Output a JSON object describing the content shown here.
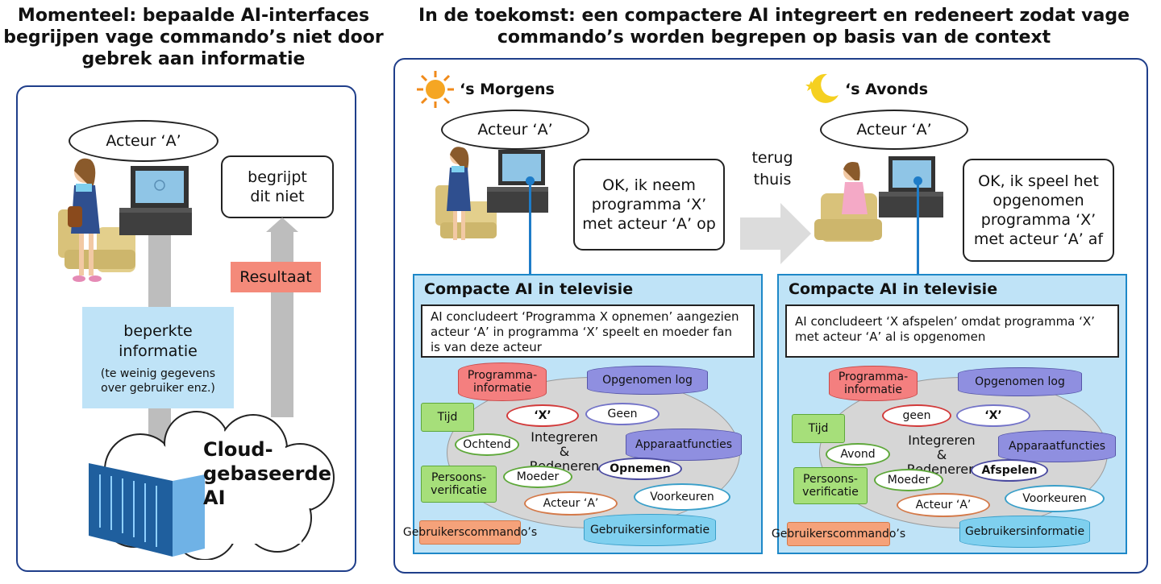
{
  "left": {
    "title": "Momenteel: bepaalde AI-interfaces begrijpen vage commando’s niet door gebrek aan informatie",
    "speech_actor": "Acteur ‘A’",
    "speech_tv": "begrijpt dit niet",
    "result_label": "Resultaat",
    "info_title": "beperkte informatie",
    "info_sub": "(te weinig gegevens over gebruiker enz.)",
    "cloud_label": "Cloud-gebaseerde AI"
  },
  "right": {
    "title": "In de toekomst: een compactere AI integreert en redeneert zodat vage commando’s worden begrepen op basis van de context",
    "transition": "terug thuis",
    "morning": {
      "time_label": "‘s Morgens",
      "speech_actor": "Acteur ‘A’",
      "speech_tv": "OK, ik neem programma ‘X’ met acteur ‘A’ op",
      "ai_title": "Compacte AI in televisie",
      "conclusion": "AI concludeert ‘Programma X opnemen’ aangezien acteur ‘A’ in programma ‘X’ speelt en moeder fan is van deze acteur",
      "program_info": "Programma-informatie",
      "recorded_log": "Opgenomen log",
      "device_functions": "Apparaatfuncties",
      "time": "Tijd",
      "person_verification": "Persoons-verificatie",
      "user_commands": "Gebruikerscommando’s",
      "user_info": "Gebruikersinformatie",
      "center": "Integreren & Redeneren",
      "val_program": "‘X’",
      "val_log": "Geen",
      "val_time": "Ochtend",
      "val_person": "Moeder",
      "val_command": "Acteur ‘A’",
      "val_prefs": "Voorkeuren",
      "action": "Opnemen"
    },
    "evening": {
      "time_label": "‘s Avonds",
      "speech_actor": "Acteur ‘A’",
      "speech_tv": "OK, ik speel het opgenomen programma ‘X’ met acteur ‘A’ af",
      "ai_title": "Compacte AI in televisie",
      "conclusion": "AI concludeert ‘X afspelen’ omdat programma ‘X’ met acteur ‘A’ al is opgenomen",
      "program_info": "Programma-informatie",
      "recorded_log": "Opgenomen log",
      "device_functions": "Apparaatfuncties",
      "time": "Tijd",
      "person_verification": "Persoons-verificatie",
      "user_commands": "Gebruikerscommando’s",
      "user_info": "Gebruikersinformatie",
      "center": "Integreren & Redeneren",
      "val_program": "geen",
      "val_log": "‘X’",
      "val_time": "Avond",
      "val_person": "Moeder",
      "val_command": "Acteur ‘A’",
      "val_prefs": "Voorkeuren",
      "action": "Afspelen"
    }
  },
  "colors": {
    "panel_border": "#1f3e8a",
    "ai_box_bg": "#bfe3f7",
    "ai_box_border": "#1e88c8",
    "result_tag": "#f48a7a",
    "info_box": "#bfe3f7"
  }
}
